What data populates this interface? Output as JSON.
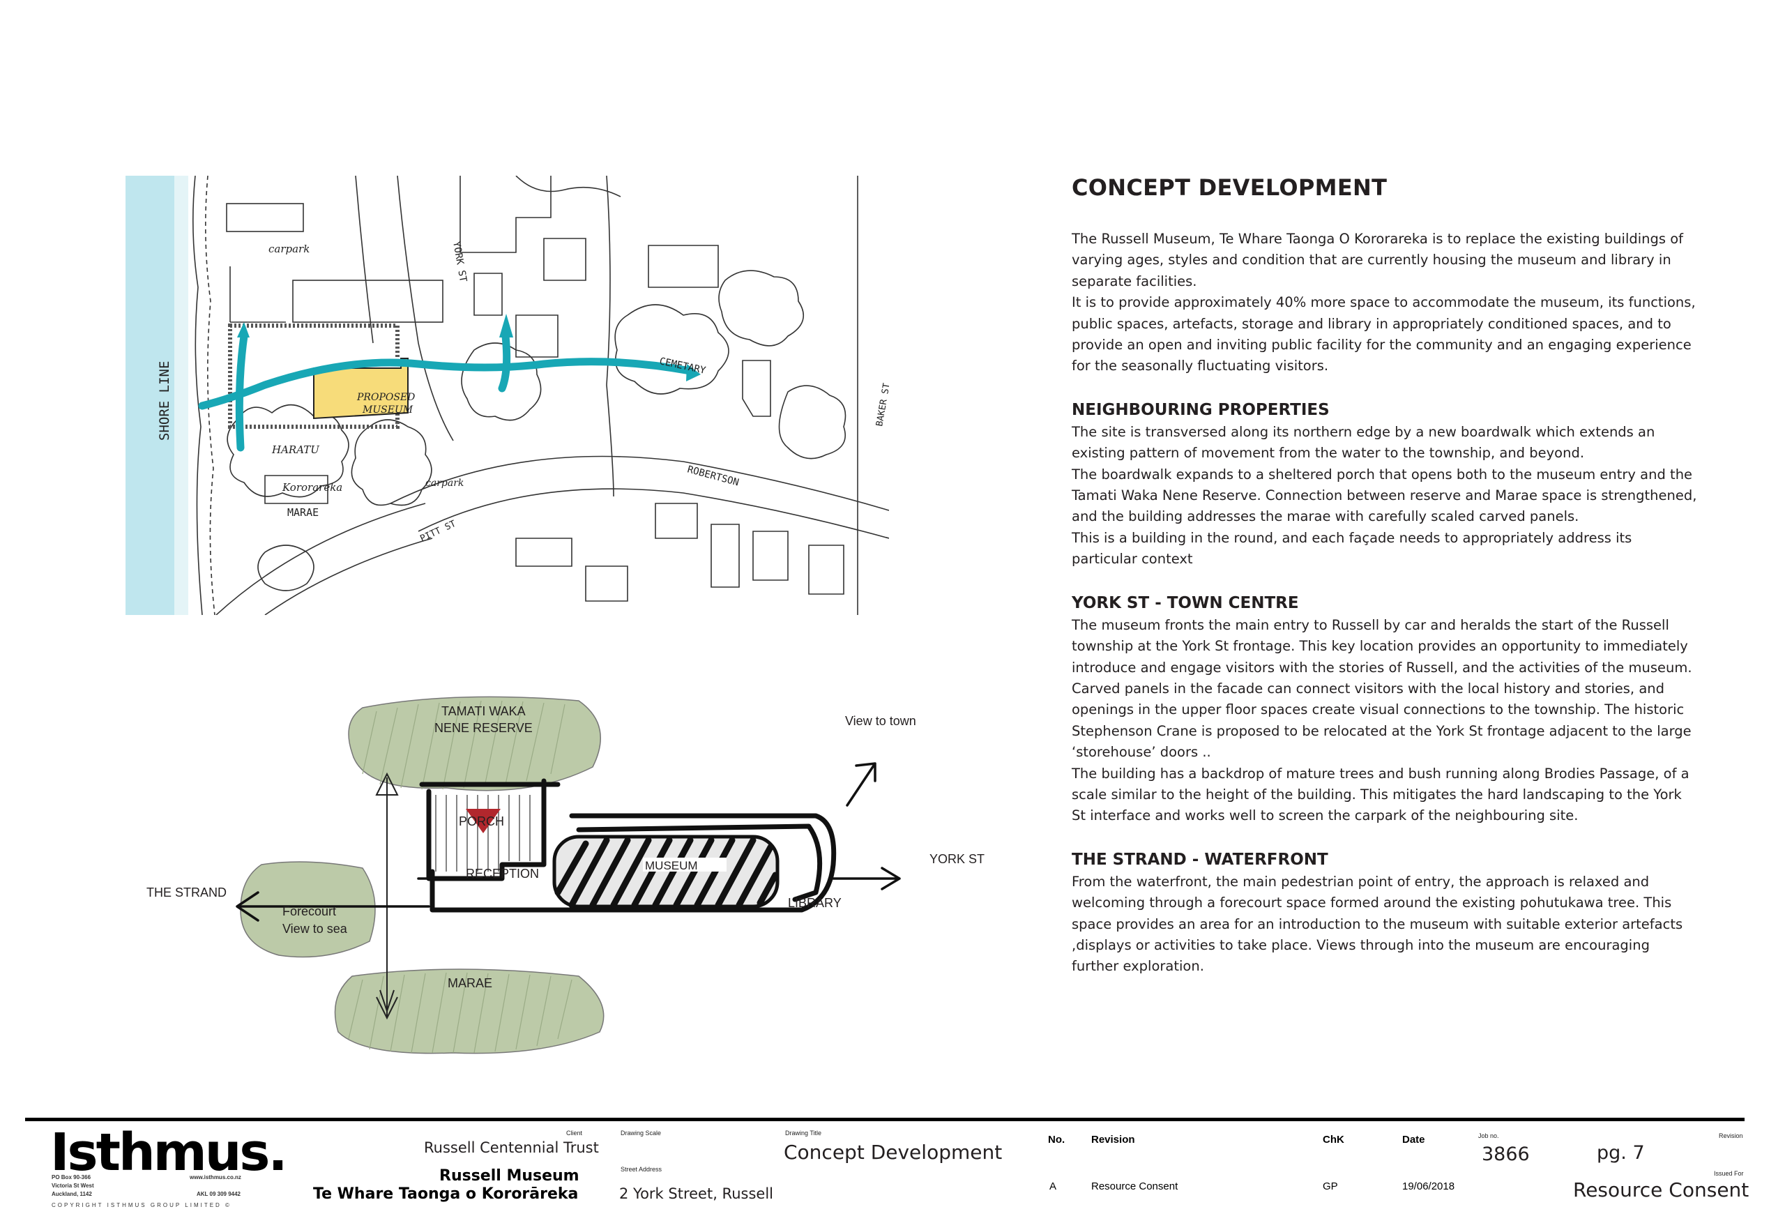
{
  "concept": {
    "heading": "CONCEPT DEVELOPMENT",
    "paragraphs": [
      "The Russell Museum, Te Whare Taonga O Kororareka is to replace the existing buildings of varying ages, styles and condition that are currently housing the museum and library in separate facilities.",
      "It is to provide approximately 40% more space to accommodate the museum, its functions, public spaces, artefacts, storage and library in appropriately conditioned spaces, and to provide an open and inviting public facility for the community and an engaging experience for the seasonally fluctuating visitors."
    ]
  },
  "neighbouring": {
    "heading": "NEIGHBOURING PROPERTIES",
    "paragraphs": [
      "The site is transversed along its northern edge by a new boardwalk which extends an existing pattern of movement from the water to the township, and beyond.",
      "The boardwalk expands to a sheltered  porch that opens both to the museum entry and the Tamati Waka Nene Reserve. Connection between reserve and Marae space is strengthened, and the building addresses the marae with carefully scaled carved panels.",
      "This is a building in the round, and each façade needs to appropriately address its particular context"
    ]
  },
  "york": {
    "heading": "YORK ST  - TOWN CENTRE",
    "paragraphs": [
      "The museum fronts the main entry to Russell by car and heralds the start of the Russell township at the York St frontage. This key location provides an opportunity to immediately introduce and engage  visitors with the stories of Russell, and the activities of the museum.",
      "Carved panels in the facade can connect visitors with the local history and stories, and openings in the upper floor spaces create visual connections to the township. The historic Stephenson Crane is proposed to be relocated at the York St frontage adjacent to the large ‘storehouse’ doors ..",
      "The building has a backdrop of mature trees and bush running along Brodies Passage, of a scale similar to the height of the building. This mitigates the hard landscaping to the York St interface and works well to screen the carpark of the neighbouring site."
    ]
  },
  "strand": {
    "heading": "THE STRAND - WATERFRONT",
    "paragraphs": [
      "From the waterfront, the main pedestrian point of entry,  the approach is relaxed and welcoming through a forecourt space formed around the existing pohutukawa tree. This space provides  an area for an introduction to the museum with suitable exterior artefacts ,displays or activities to take place. Views through into the museum are encouraging further exploration."
    ]
  },
  "sketch_map": {
    "shore_line": "SHORE LINE",
    "carpark_north": "carpark",
    "york_st": "YORK ST",
    "proposed": "PROPOSED",
    "museum": "MUSEUM",
    "cemetary": "CEMETARY",
    "baker_st": "BAKER ST",
    "haratu": "HARATU",
    "kororareka": "Kororareka",
    "marae": "MARAE",
    "carpark_south": "carpark",
    "robertson": "ROBERTSON",
    "pitt_st": "PITT ST",
    "colors": {
      "water": "#bfe6ee",
      "path": "#18a7b5",
      "building": "#f7dc7a"
    }
  },
  "diagram": {
    "reserve": "TAMATI WAKA\nNENE RESERVE",
    "view_to_town": "View to town",
    "porch": "PORCH",
    "museum": "MUSEUM",
    "reception": "RECEPTION",
    "york_st": "YORK ST",
    "the_strand": "THE STRAND",
    "forecourt": "Forecourt",
    "view_to_sea": "View to sea",
    "library": "LIBRARY",
    "marae": "MARAE",
    "colors": {
      "green": "#bccaa8",
      "porch_marker": "#b1272d"
    }
  },
  "title_block": {
    "logo": "Isthmus.",
    "address": [
      "PO Box 90-366",
      "Victoria St West",
      "Auckland, 1142"
    ],
    "website": "www.isthmus.co.nz",
    "phone": "AKL 09 309 9442",
    "copyright": "COPYRIGHT ISTHMUS GROUP LIMITED ©",
    "client_label": "Client",
    "client": "Russell Centennial Trust",
    "project_name_1": "Russell Museum",
    "project_name_2": "Te Whare Taonga o Kororāreka",
    "scale_label": "Drawing Scale",
    "street_label": "Street Address",
    "street": "2 York Street, Russell",
    "title_label": "Drawing Title",
    "drawing_title": "Concept Development",
    "col_no": "No.",
    "col_revision": "Revision",
    "col_chk": "ChK",
    "col_date": "Date",
    "rev_no": "A",
    "rev_desc": "Resource Consent",
    "rev_chk": "GP",
    "rev_date": "19/06/2018",
    "job_label": "Job no.",
    "job_no": "3866",
    "page": "pg. 7",
    "revision_label": "Revision",
    "issued_label": "Issued For",
    "issued_for": "Resource Consent"
  }
}
